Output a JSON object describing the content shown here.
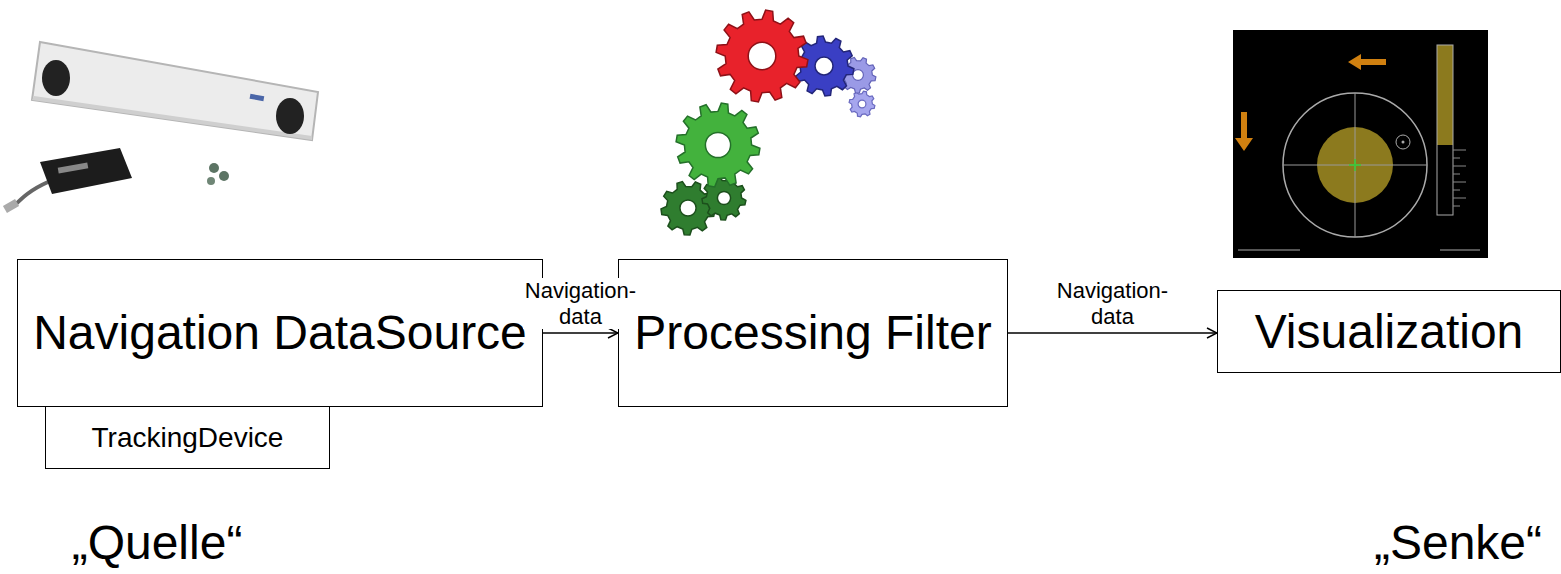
{
  "diagram": {
    "nodes": [
      {
        "text": [
          "Navigation DataSource"
        ]
      },
      {
        "text": [
          "TrackingDevice"
        ]
      },
      {
        "text": [
          "Processing Filter"
        ]
      },
      {
        "text": [
          "Visualization"
        ]
      }
    ],
    "edges": [
      {
        "from": 0,
        "to": 2,
        "label": "Navigation- data",
        "arrow": "to"
      },
      {
        "from": 2,
        "to": 3,
        "label": "Navigation- data",
        "arrow": "to"
      }
    ],
    "labels": [
      "„Quelle“",
      "„Senke“"
    ]
  }
}
